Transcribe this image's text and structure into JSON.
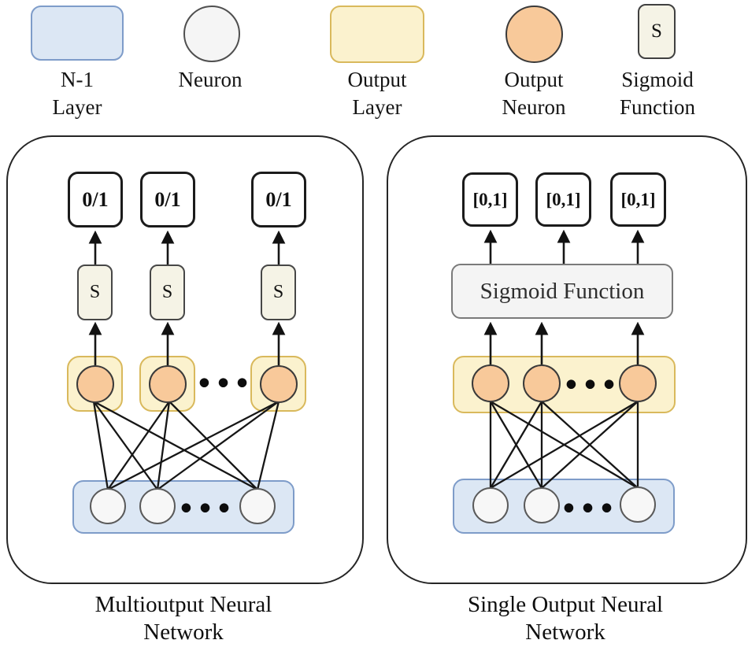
{
  "legend": {
    "items": [
      {
        "label": "N-1\nLayer"
      },
      {
        "label": "Neuron"
      },
      {
        "label": "Output\nLayer"
      },
      {
        "label": "Output\nNeuron"
      },
      {
        "label": "Sigmoid\nFunction",
        "symbol": "S"
      }
    ]
  },
  "left_panel": {
    "caption": "Multioutput Neural\nNetwork",
    "outputs": [
      "0/1",
      "0/1",
      "0/1"
    ],
    "sigmoid_nodes": [
      "S",
      "S",
      "S"
    ],
    "output_neuron_ellipsis": "•••",
    "input_neuron_ellipsis": "•••"
  },
  "right_panel": {
    "caption": "Single Output Neural\nNetwork",
    "outputs": [
      "[0,1]",
      "[0,1]",
      "[0,1]"
    ],
    "sigmoid_box_label": "Sigmoid Function",
    "output_neuron_ellipsis": "•••",
    "input_neuron_ellipsis": "•••"
  },
  "colors": {
    "n1_layer_fill": "#DCE7F4",
    "n1_layer_border": "#7E9CC9",
    "output_layer_fill": "#FBF2CE",
    "output_layer_border": "#D9B95C",
    "output_neuron_fill": "#F8C99A",
    "neuron_fill": "#F5F5F5",
    "sigmoid_node_fill": "#F5F3E6",
    "sigmoid_box_fill": "#F4F4F4",
    "wire_color": "#161616"
  }
}
